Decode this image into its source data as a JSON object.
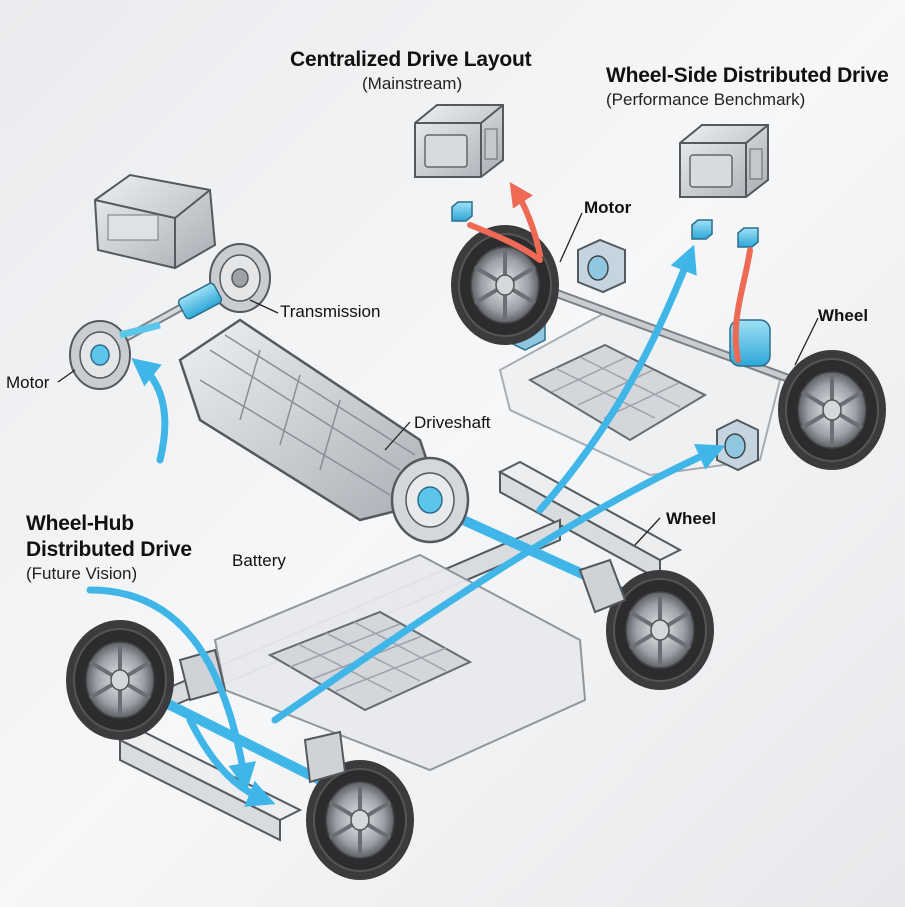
{
  "labels": {
    "centralized_title": "Centralized Drive Layout",
    "centralized_sub": "(Mainstream)",
    "wheelside_title": "Wheel-Side Distributed Drive",
    "wheelside_sub": "(Performance Benchmark)",
    "wheelhub_title_line1": "Wheel-Hub",
    "wheelhub_title_line2": "Distributed Drive",
    "wheelhub_sub": "(Future Vision)",
    "motor_top": "Motor",
    "wheel_right": "Wheel",
    "transmission": "Transmission",
    "motor_left": "Motor",
    "driveshaft": "Driveshaft",
    "wheel_mid": "Wheel",
    "battery": "Battery"
  },
  "colors": {
    "flow_blue": "#3fb5e8",
    "flow_red": "#ee6a55",
    "component_blue": "#5cc6ea",
    "metal": "#c9cdd2",
    "tire": "#3b3b3e",
    "outline": "#55595e"
  },
  "icons": {
    "flow_arrow": "curved-arrow-icon"
  }
}
